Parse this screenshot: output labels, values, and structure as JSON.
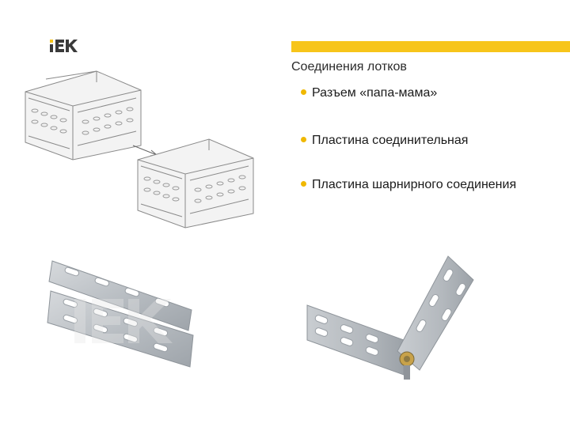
{
  "brand": {
    "logo_text": "IEK",
    "accent_color": "#f7c51b",
    "bullet_color": "#f0b800"
  },
  "slide": {
    "title": "Соединения лотков",
    "bullets": [
      {
        "text": "Разъем «папа-мама»"
      },
      {
        "text": "Пластина соединительная"
      },
      {
        "text": "Пластина шарнирного соединения"
      }
    ]
  },
  "figures": {
    "tray_connection": {
      "icon": "cable-tray-male-female-drawing"
    },
    "connecting_plates": {
      "icon": "connecting-plates-photo",
      "watermark": "IEK"
    },
    "hinge_plate": {
      "icon": "hinge-plate-photo"
    }
  }
}
